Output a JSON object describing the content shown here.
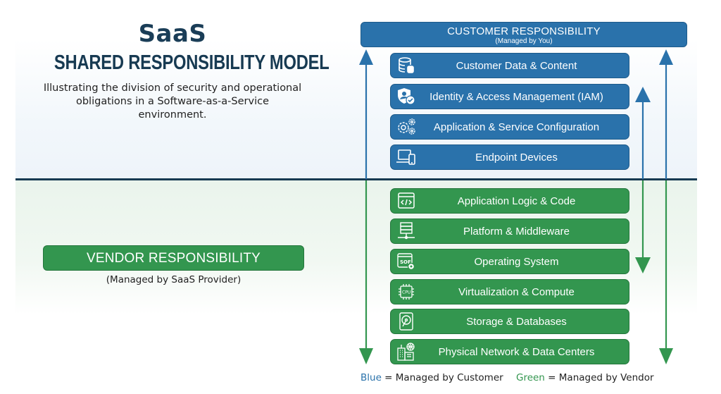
{
  "title": {
    "main": "SaaS",
    "sub": "SHARED RESPONSIBILITY MODEL",
    "description": "Illustrating the division of security and operational obligations in a Software-as-a-Service environment."
  },
  "customer": {
    "heading": "CUSTOMER RESPONSIBILITY",
    "subheading": "(Managed by You)",
    "color": "#2a72ab",
    "layers": [
      {
        "label": "Customer Data & Content",
        "icon": "database-icon"
      },
      {
        "label": "Identity & Access Management (IAM)",
        "icon": "user-shield-icon"
      },
      {
        "label": "Application & Service Configuration",
        "icon": "gears-icon"
      },
      {
        "label": "Endpoint Devices",
        "icon": "laptop-phone-icon"
      }
    ]
  },
  "vendor": {
    "heading": "VENDOR RESPONSIBILITY",
    "subheading": "(Managed by SaaS Provider)",
    "color": "#33964f",
    "layers": [
      {
        "label": "Application Logic & Code",
        "icon": "code-window-icon"
      },
      {
        "label": "Platform & Middleware",
        "icon": "server-network-icon"
      },
      {
        "label": "Operating System",
        "icon": "os-gear-icon"
      },
      {
        "label": "Virtualization & Compute",
        "icon": "cpu-icon"
      },
      {
        "label": "Storage & Databases",
        "icon": "hard-drive-icon"
      },
      {
        "label": "Physical Network & Data Centers",
        "icon": "buildings-globe-icon"
      }
    ]
  },
  "legend": {
    "blue_word": "Blue",
    "blue_text": "= Managed by Customer",
    "green_word": "Green",
    "green_text": "= Managed by Vendor"
  }
}
